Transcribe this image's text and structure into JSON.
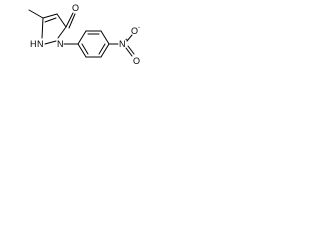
{
  "atoms": {
    "carbonyl_oxygen": "O",
    "ring_nitrogen_aryl": "N",
    "ring_nitrogen_h": "N",
    "ring_nitrogen_h_hydrogen": "H",
    "nitro_nitrogen": "N",
    "nitro_plus": "+",
    "nitro_oxygen_single": "O",
    "nitro_minus": "-",
    "nitro_oxygen_double": "O"
  }
}
